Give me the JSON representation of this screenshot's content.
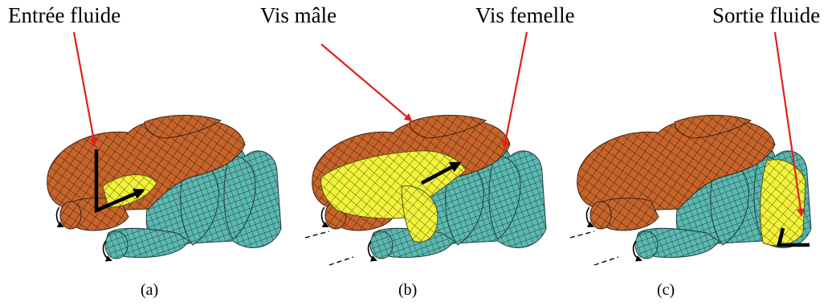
{
  "labels": {
    "inlet": "Entrée fluide",
    "male_screw": "Vis mâle",
    "female_screw": "Vis femelle",
    "outlet": "Sortie fluide"
  },
  "captions": [
    "(a)",
    "(b)",
    "(c)"
  ],
  "colors": {
    "male_rotor": "#c8642a",
    "female_rotor": "#58b8b0",
    "fluid_pocket": "#f2f23a",
    "arrow_red": "#e0201c",
    "mesh": "#3a2a20"
  }
}
